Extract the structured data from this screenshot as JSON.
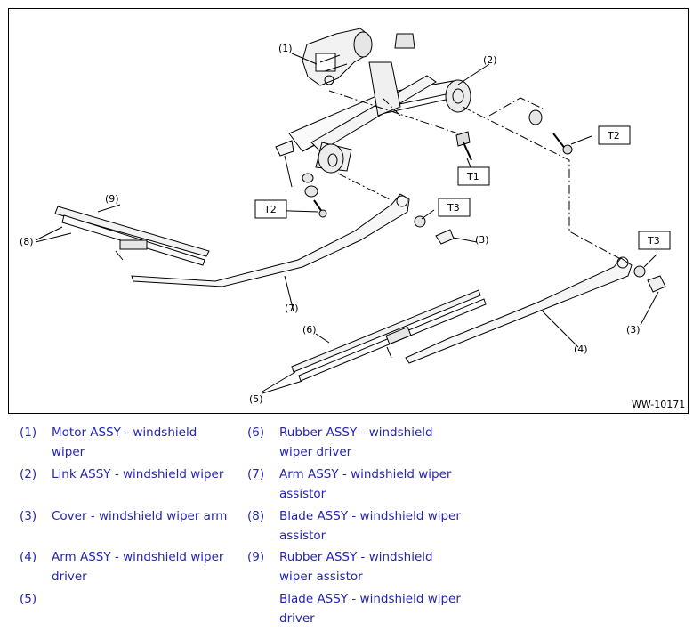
{
  "figure": {
    "id_label": "WW-10171",
    "callouts": {
      "c1": "(1)",
      "c2": "(2)",
      "c3a": "(3)",
      "c3b": "(3)",
      "c4": "(4)",
      "c5": "(5)",
      "c6": "(6)",
      "c7": "(7)",
      "c8": "(8)",
      "c9": "(9)"
    },
    "torque_boxes": {
      "t1": "T1",
      "t2a": "T2",
      "t2b": "T2",
      "t3a": "T3",
      "t3b": "T3"
    }
  },
  "legend": [
    {
      "num": "(1)",
      "lines": [
        "Motor ASSY - windshield",
        "wiper"
      ]
    },
    {
      "num": "(2)",
      "lines": [
        "Link ASSY - windshield wiper"
      ]
    },
    {
      "num": "(3)",
      "lines": [
        "Cover - windshield wiper arm"
      ]
    },
    {
      "num": "(4)",
      "lines": [
        "Arm ASSY - windshield wiper",
        "driver"
      ]
    },
    {
      "num": "(5)",
      "lines": [
        ""
      ]
    },
    {
      "num": "(6)",
      "lines": [
        "Rubber ASSY - windshield",
        "wiper driver"
      ]
    },
    {
      "num": "(7)",
      "lines": [
        "Arm ASSY - windshield wiper",
        "assistor"
      ]
    },
    {
      "num": "(8)",
      "lines": [
        "Blade ASSY - windshield wiper",
        "assistor"
      ]
    },
    {
      "num": "(9)",
      "lines": [
        "Rubber ASSY - windshield",
        "wiper assistor"
      ]
    },
    {
      "num": "",
      "lines": [
        "Blade ASSY - windshield wiper",
        "driver"
      ]
    }
  ]
}
